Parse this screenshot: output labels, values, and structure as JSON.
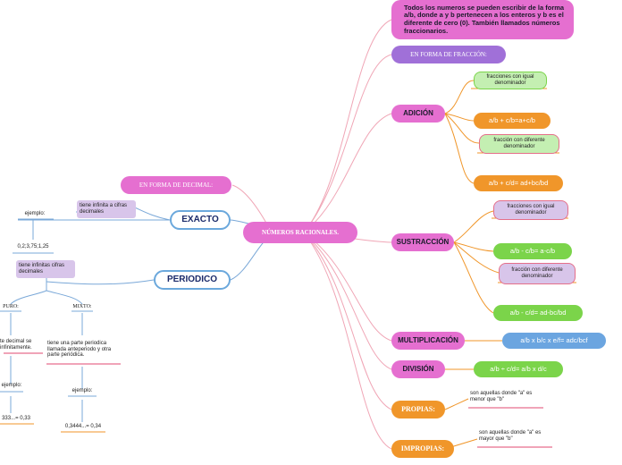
{
  "central": "NÚMEROS RACIONALES.",
  "right": {
    "definition": "Todos los numeros se pueden escribir de la forma a/b, donde a y b pertenecen a los enteros y b es el diferente de cero (0). También llamados números fraccionarios.",
    "fraction_form": "EN FORMA DE FRACCIÓN:",
    "addition": {
      "label": "ADICIÓN",
      "same_denominator": "fracciones con igual denominador",
      "same_formula": "a/b + c/b=a+c/b",
      "diff_denominator": "fracción con diferente denominador",
      "diff_formula": "a/b + c/d= ad+bc/bd"
    },
    "subtraction": {
      "label": "SUSTRACCIÓN",
      "same_denominator": "fracciones con igual denominador",
      "same_formula": "a/b - c/b= a-c/b",
      "diff_denominator": "fracción con diferente denominador",
      "diff_formula": "a/b - c/d= ad-bc/bd"
    },
    "multiplication": {
      "label": "MULTIPLICACIÓN",
      "formula": "a/b x b/c x e/f= adc/bcf"
    },
    "division": {
      "label": "DIVISIÓN",
      "formula": "a/b ÷ c/d= a/b x d/c"
    },
    "proper": {
      "label": "PROPIAS:",
      "desc": "son aquellas donde \"a\" es menor que \"b\""
    },
    "improper": {
      "label": "IMPROPIAS:",
      "desc": "son aquellas donde \"a\" es mayor que \"b\""
    }
  },
  "left": {
    "decimal_form": "EN FORMA DE DECIMAL:",
    "exact": {
      "label": "EXACTO",
      "note": "tiene infinita a cifras decimales",
      "example_label": "ejemplo:",
      "example": "0,2;3,75;1,25"
    },
    "periodic": {
      "label": "PERIODICO",
      "note": "tiene infinitas cifras decimales",
      "pure": {
        "label": "PURO:",
        "desc": "te decimal se infinitamente.",
        "example_label": "ejemplo:",
        "example": "333...= 0,33"
      },
      "mixed": {
        "label": "MIXTO:",
        "desc": "tiene una parte periodica llamada anteperiodo y otra parte periódica.",
        "example_label": "ejemplo:",
        "example": "0,3444...= 0,34"
      }
    }
  },
  "colors": {
    "pink": "#e56fd0",
    "purple": "#a070d8",
    "orange": "#f0962a",
    "green": "#7bd44a",
    "blue": "#6ba5e0",
    "connector_pink": "#f0a0b4",
    "connector_blue": "#7aa8d8"
  }
}
